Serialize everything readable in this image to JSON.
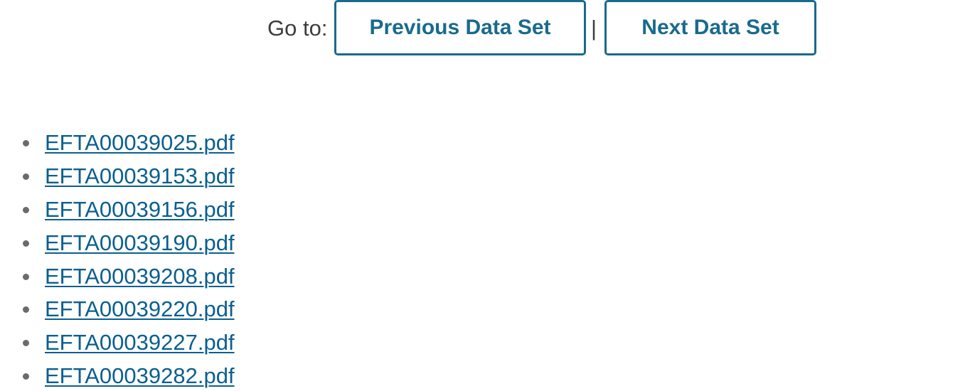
{
  "navigation": {
    "goto_label": "Go to:",
    "previous_label": "Previous Data Set",
    "separator": "|",
    "next_label": "Next Data Set"
  },
  "files": [
    {
      "name": "EFTA00039025.pdf"
    },
    {
      "name": "EFTA00039153.pdf"
    },
    {
      "name": "EFTA00039156.pdf"
    },
    {
      "name": "EFTA00039190.pdf"
    },
    {
      "name": "EFTA00039208.pdf"
    },
    {
      "name": "EFTA00039220.pdf"
    },
    {
      "name": "EFTA00039227.pdf"
    },
    {
      "name": "EFTA00039282.pdf"
    }
  ],
  "colors": {
    "link": "#0b5f8f",
    "button_border": "#1a6a8c",
    "text": "#3d3d3d"
  }
}
